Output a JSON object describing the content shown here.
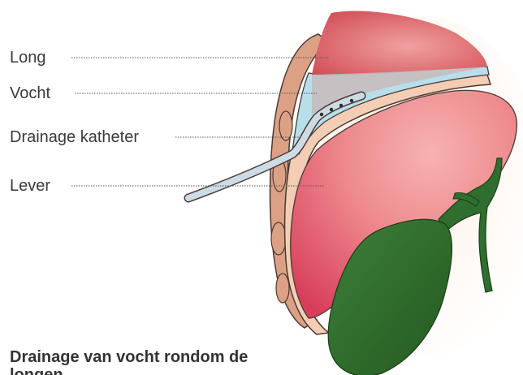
{
  "labels": {
    "long": "Long",
    "vocht": "Vocht",
    "drainage_katheter": "Drainage katheter",
    "lever": "Lever"
  },
  "caption": "Drainage van vocht rondom de longen",
  "colors": {
    "lung": "#d9545c",
    "fluid": "#aed9e6",
    "liver": "#e2596a",
    "gallbladder": "#2f6e2e",
    "catheter": "#c9d9e4",
    "body_wall": "#d99a7e",
    "skin_tint": "#fbe0cf"
  }
}
